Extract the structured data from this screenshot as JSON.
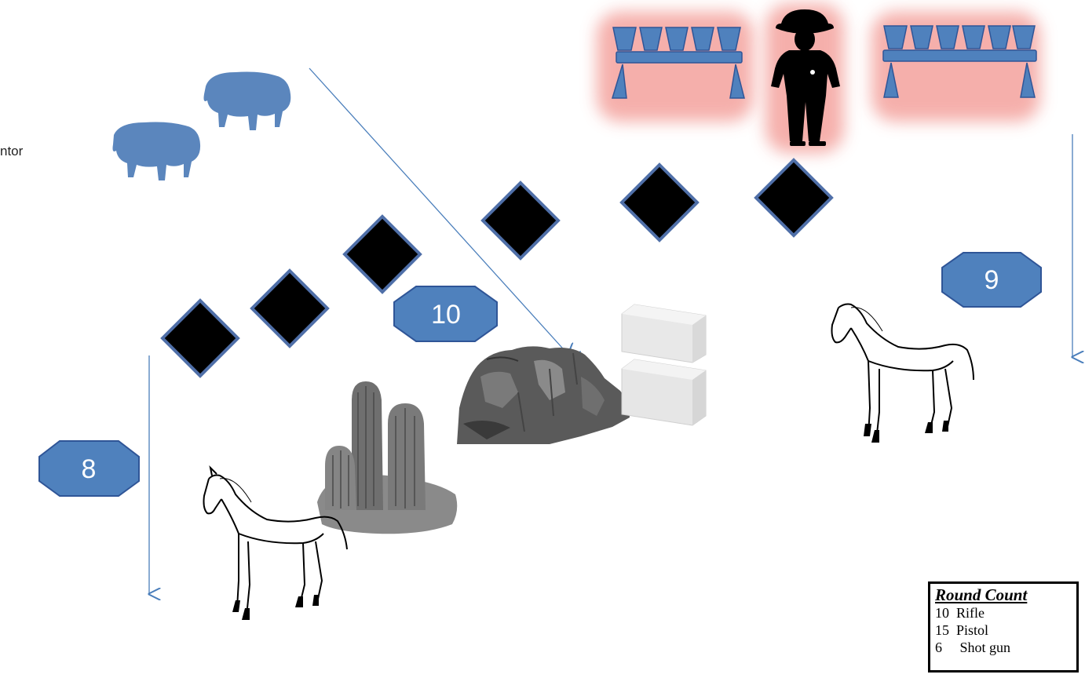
{
  "partial_label": "ntor",
  "stages": [
    {
      "label": "10"
    },
    {
      "label": "9"
    },
    {
      "label": "8"
    }
  ],
  "round_count": {
    "title": "Round Count",
    "rows": [
      {
        "qty": "10",
        "weapon": "Rifle"
      },
      {
        "qty": "15",
        "weapon": "Pistol"
      },
      {
        "qty": "6",
        "weapon": "Shot gun"
      }
    ]
  },
  "colors": {
    "octagon_fill": "#4f81bd",
    "octagon_stroke": "#2f5597",
    "target_fill": "#000000",
    "target_stroke": "#4f6fa8",
    "arrow": "#4a7ebb",
    "table_blue": "#4f81bd",
    "glow": "#f4a7a3"
  },
  "icons": [
    "buffalo-icon",
    "cowboy-icon",
    "horse-icon",
    "cactus-icon",
    "rock-icon",
    "hay-bale-icon",
    "table-icon"
  ]
}
